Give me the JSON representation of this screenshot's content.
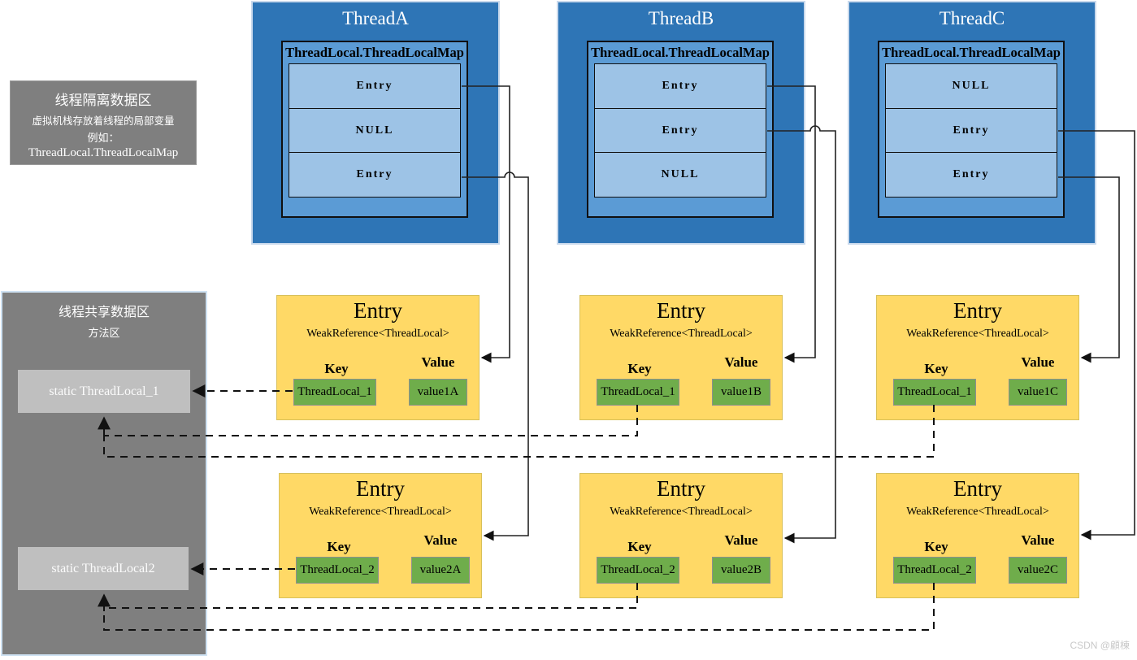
{
  "palette": {
    "thread_fill": "#2E75B6",
    "map_fill": "#5B9BD5",
    "slot_fill": "#9DC3E6",
    "entry_fill": "#FFD966",
    "chip_fill": "#6FAD4B",
    "area_gray": "#7F7F7F",
    "static_gray": "#BFBFBF"
  },
  "isolated_note": {
    "title": "线程隔离数据区",
    "line2": "虚拟机栈存放着线程的局部变量",
    "line3": "例如：",
    "line4": "ThreadLocal.ThreadLocalMap"
  },
  "shared_area": {
    "title": "线程共享数据区",
    "subtitle": "方法区",
    "statics": [
      {
        "label": "static ThreadLocal_1"
      },
      {
        "label": "static ThreadLocal2"
      }
    ]
  },
  "threads": [
    {
      "title": "ThreadA",
      "map_title": "ThreadLocal.ThreadLocalMap",
      "slots": [
        "Entry",
        "NULL",
        "Entry"
      ]
    },
    {
      "title": "ThreadB",
      "map_title": "ThreadLocal.ThreadLocalMap",
      "slots": [
        "Entry",
        "Entry",
        "NULL"
      ]
    },
    {
      "title": "ThreadC",
      "map_title": "ThreadLocal.ThreadLocalMap",
      "slots": [
        "NULL",
        "Entry",
        "Entry"
      ]
    }
  ],
  "entries": [
    {
      "title": "Entry",
      "ref": "WeakReference<ThreadLocal>",
      "key_label": "Key",
      "value_label": "Value",
      "key": "ThreadLocal_1",
      "value": "value1A"
    },
    {
      "title": "Entry",
      "ref": "WeakReference<ThreadLocal>",
      "key_label": "Key",
      "value_label": "Value",
      "key": "ThreadLocal_1",
      "value": "value1B"
    },
    {
      "title": "Entry",
      "ref": "WeakReference<ThreadLocal>",
      "key_label": "Key",
      "value_label": "Value",
      "key": "ThreadLocal_1",
      "value": "value1C"
    },
    {
      "title": "Entry",
      "ref": "WeakReference<ThreadLocal>",
      "key_label": "Key",
      "value_label": "Value",
      "key": "ThreadLocal_2",
      "value": "value2A"
    },
    {
      "title": "Entry",
      "ref": "WeakReference<ThreadLocal>",
      "key_label": "Key",
      "value_label": "Value",
      "key": "ThreadLocal_2",
      "value": "value2B"
    },
    {
      "title": "Entry",
      "ref": "WeakReference<ThreadLocal>",
      "key_label": "Key",
      "value_label": "Value",
      "key": "ThreadLocal_2",
      "value": "value2C"
    }
  ],
  "watermark": "CSDN @顧棟"
}
